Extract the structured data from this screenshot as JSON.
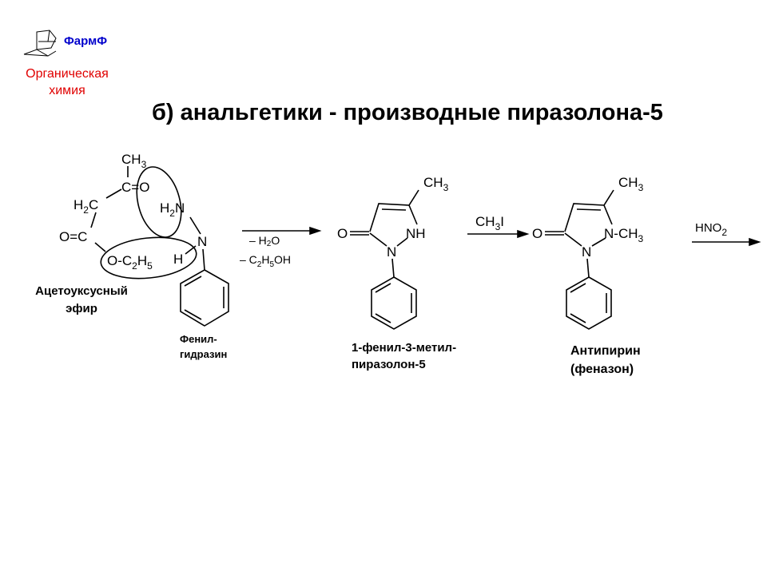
{
  "header": {
    "logo_text": "ФармФ",
    "subject_line1": "Органическая",
    "subject_line2": "химия",
    "title": "б) анальгетики - производные пиразолона-5"
  },
  "colors": {
    "logo": "#0000cc",
    "subject": "#e00000",
    "text": "#000000"
  },
  "acetoacetic_ester": {
    "ch3": "CH",
    "ch3_sub": "3",
    "co": "C=O",
    "h2c_h": "H",
    "h2c_sub": "2",
    "h2c_c": "C",
    "oc": "O=C",
    "oet_a": "O-C",
    "oet_sub1": "2",
    "oet_b": "H",
    "oet_sub2": "5",
    "label_line1": "Ацетоуксусный",
    "label_line2": "эфир"
  },
  "phenylhydrazine": {
    "h2n_h": "H",
    "h2n_sub": "2",
    "h2n_n": "N",
    "n": "N",
    "h": "H",
    "label_line1": "Фенил-",
    "label_line2": "гидразин"
  },
  "step1": {
    "minus1_a": "– H",
    "minus1_sub": "2",
    "minus1_b": "O",
    "minus2_a": "– C",
    "minus2_sub1": "2",
    "minus2_b": "H",
    "minus2_sub2": "5",
    "minus2_c": "OH"
  },
  "pyrazolone": {
    "o": "O",
    "nh": "NH",
    "n": "N",
    "ch3": "CH",
    "ch3_sub": "3",
    "label_line1": "1-фенил-3-метил-",
    "label_line2": "пиразолон-5"
  },
  "step2": {
    "reagent": "CH",
    "reagent_sub": "3",
    "reagent_b": "I"
  },
  "antipyrine": {
    "o": "O",
    "nch3": "N-CH",
    "nch3_sub": "3",
    "n": "N",
    "ch3": "CH",
    "ch3_sub": "3",
    "label_line1": "Антипирин",
    "label_line2": "(феназон)"
  },
  "step3": {
    "reagent": "HNO",
    "reagent_sub": "2"
  }
}
